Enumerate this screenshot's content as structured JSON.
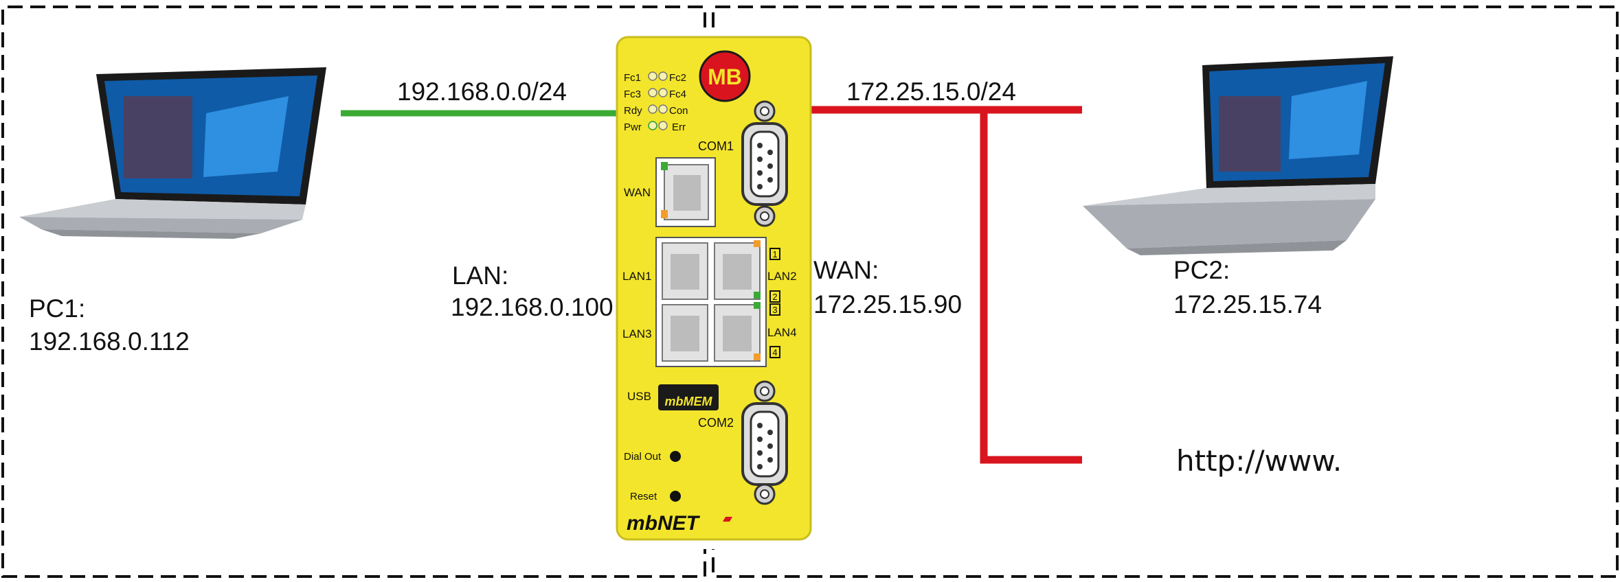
{
  "networks": {
    "lan_subnet": "192.168.0.0/24",
    "wan_subnet": "172.25.15.0/24",
    "lan_color": "#3aaa35",
    "wan_color": "#d9141e"
  },
  "pc1": {
    "name": "PC1:",
    "ip": "192.168.0.112"
  },
  "pc2": {
    "name": "PC2:",
    "ip": "172.25.15.74"
  },
  "router_lan": {
    "label": "LAN:",
    "ip": "192.168.0.100"
  },
  "router_wan": {
    "label": "WAN:",
    "ip": "172.25.15.90"
  },
  "internet": {
    "label": "http://www."
  },
  "device": {
    "body_color": "#f3e52b",
    "logo": "MB",
    "brand": "mbNET",
    "led_rows": [
      {
        "left": "Fc1",
        "right": "Fc2"
      },
      {
        "left": "Fc3",
        "right": "Fc4"
      },
      {
        "left": "Rdy",
        "right": "Con"
      },
      {
        "left": "Pwr",
        "right": "Err"
      }
    ],
    "port_wan": "WAN",
    "com1": "COM1",
    "com2": "COM2",
    "lan1": "LAN1",
    "lan2": "LAN2",
    "lan3": "LAN3",
    "lan4": "LAN4",
    "port_numbers": [
      "1",
      "2",
      "3",
      "4"
    ],
    "usb": "USB",
    "usb_stick": "mbMEM",
    "dial_out": "Dial Out",
    "reset": "Reset"
  }
}
